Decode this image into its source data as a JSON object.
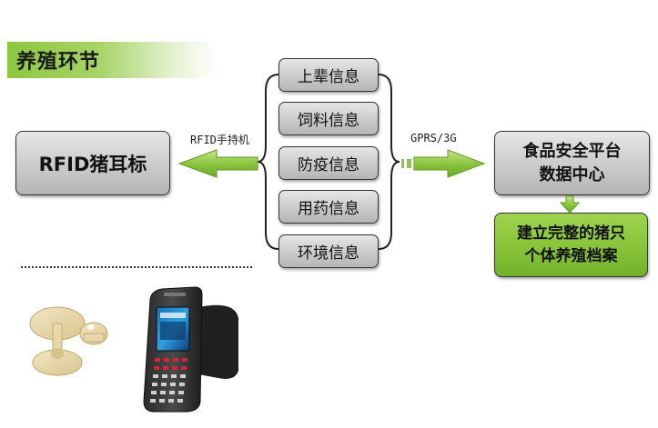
{
  "header": {
    "title": "养殖环节"
  },
  "left_node": {
    "label": "RFID猪耳标"
  },
  "left_link": {
    "label": "RFID手持机"
  },
  "info_items": [
    {
      "label": "上辈信息"
    },
    {
      "label": "饲料信息"
    },
    {
      "label": "防疫信息"
    },
    {
      "label": "用药信息"
    },
    {
      "label": "环境信息"
    }
  ],
  "right_link": {
    "label": "GPRS/3G"
  },
  "platform_node": {
    "line1": "食品安全平台",
    "line2": "数据中心"
  },
  "archive_node": {
    "line1": "建立完整的猪只",
    "line2": "个体养殖档案"
  },
  "colors": {
    "accent_green": "#8dc63f",
    "arrow_green": "#8cc63f",
    "box_gray": "#c8c8c8",
    "archive_green": "#86c238"
  },
  "images": {
    "ear_tag": "ear-tag-photo",
    "handheld": "rfid-handheld-reader-photo"
  }
}
